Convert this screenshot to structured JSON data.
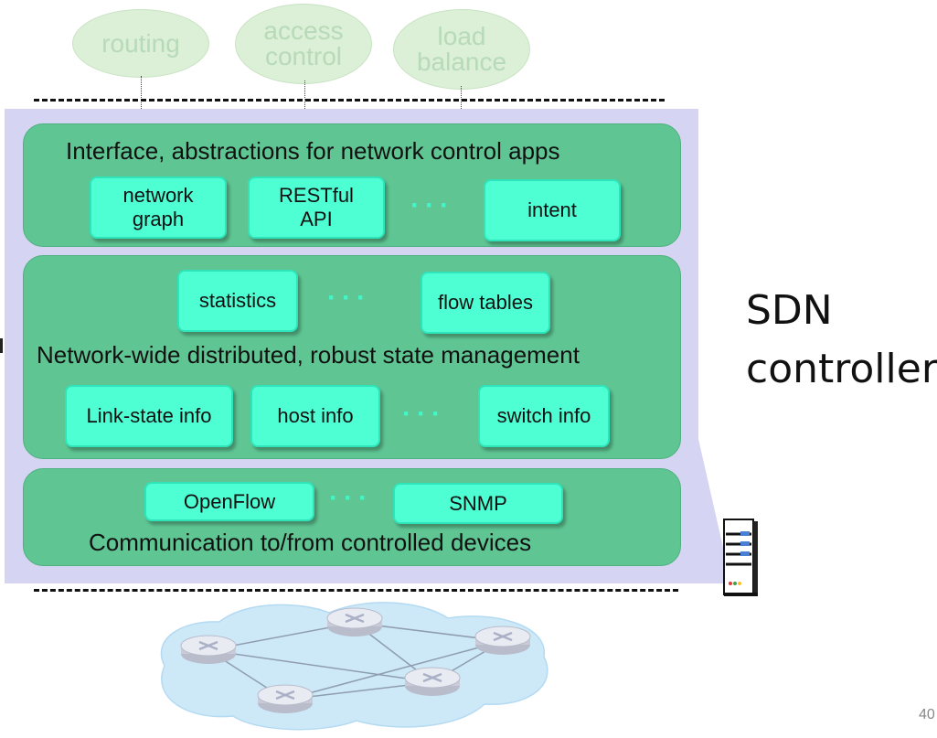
{
  "apps": [
    {
      "label": "routing"
    },
    {
      "label": "access\ncontrol"
    },
    {
      "label": "load\nbalance"
    }
  ],
  "layers": {
    "northbound": {
      "title": "Interface, abstractions for network control apps",
      "chips": [
        "network\ngraph",
        "RESTful\nAPI",
        "intent"
      ],
      "ellipsis": "···"
    },
    "state": {
      "title": "Network-wide distributed, robust  state management",
      "top_chips": [
        "statistics",
        "flow tables"
      ],
      "bottom_chips": [
        "Link-state info",
        "host info",
        "switch info"
      ],
      "ellipsis": "···"
    },
    "southbound": {
      "title": "Communication to/from controlled devices",
      "chips": [
        "OpenFlow",
        "SNMP"
      ],
      "ellipsis": "···"
    }
  },
  "controller_label": {
    "line1": "SDN",
    "line2": "controller"
  },
  "page_number": "40",
  "colors": {
    "layer": "#5ec593",
    "chip": "#4dffd3",
    "controller_background": "#d5d4f3",
    "app_ellipse": "#dcefd7",
    "network_cloud": "#cde9f8"
  },
  "icons": [
    "server-icon",
    "router-icon",
    "network-cloud"
  ]
}
